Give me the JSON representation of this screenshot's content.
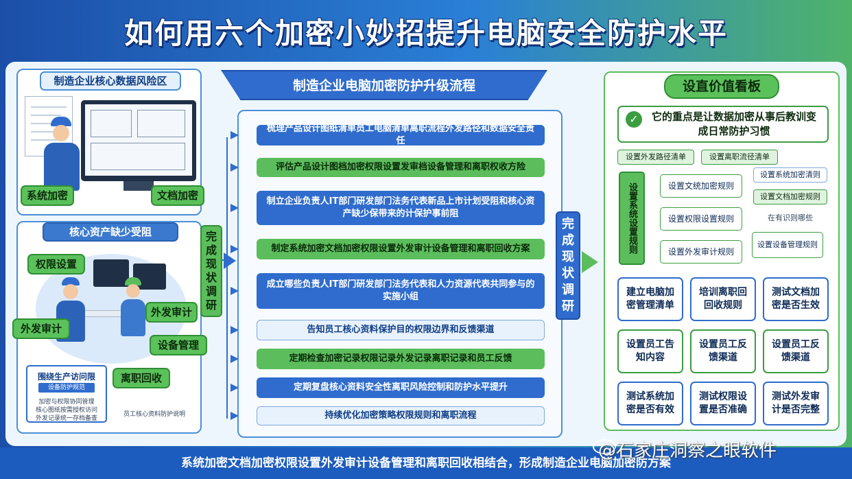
{
  "title": "如何用六个加密小妙招提升电脑安全防护水平",
  "left": {
    "risk_title": "制造企业核心数据风险区",
    "tag_system": "系统加密",
    "tag_document": "文档加密",
    "assets_title": "核心资产缺少受阻",
    "tags": {
      "permission": "权限设置",
      "outbound": "外发审计",
      "device": "设备管理",
      "resign": "离职回收"
    },
    "note_title": "围绕生产访问限",
    "note_sub": "设备防护规范",
    "note_lines": [
      "加密与权限协同管理",
      "核心图纸按需授权访问",
      "外发记录统一存档备查"
    ],
    "note_side": "员工核心资料防护说明"
  },
  "flow": {
    "header": "制造企业电脑加密防护升级流程",
    "left_vertical": "完成现状调研",
    "right_vertical": "完成现状调研",
    "steps": [
      {
        "text": "梳理产品设计图纸清单员工电脑清单离职流程外发路径和数据安全责任",
        "style": "blue"
      },
      {
        "text": "评估产品设计图档加密权限设置发审档设备管理和离职权收方险",
        "style": "green"
      },
      {
        "text": "制立企业负责人IT部门研发部门法务代表新品上市计划受阻和核心资产缺少保带来的计保护事前阻",
        "style": "blue"
      },
      {
        "text": "制定系统加密文档加密权限设置外发审计设备管理和离职回收方案",
        "style": "green"
      },
      {
        "text": "成立哪些负责人IT部门研发部门法务代表和人力资源代表共同参与的实施小组",
        "style": "blue"
      },
      {
        "text": "告知员工核心资料保护目的权限边界和反馈渠道",
        "style": "pale"
      },
      {
        "text": "定期检查加密记录权限记录外发记录离职记录和员工反馈",
        "style": "green"
      },
      {
        "text": "定期复盘核心资料安全性离职风险控制和防护水平提升",
        "style": "blue"
      },
      {
        "text": "持续优化加密策略权限规则和离职流程",
        "style": "pale"
      }
    ]
  },
  "right": {
    "header": "设直价值看板",
    "highlight": "它的重点是让数据加密从事后教训变成日常防护习惯",
    "path_tabs": [
      "设置外发路径清单",
      "设置离职流径清单"
    ],
    "vertical_label": "设置系统设置规则",
    "rules": [
      "设置文统加密规则",
      "设置权限设置规则",
      "设置外发审计规则"
    ],
    "side_rules": [
      "设置系统加密清则",
      "设置文档加密规则",
      "在有识则哪些",
      "设置设备管理规则"
    ],
    "cards": [
      "建立电脑加密管理清单",
      "培训离职回回收规则",
      "测试文档加密是否生效",
      "设置员工告知内容",
      "设置员工反馈渠道",
      "设置员工反馈渠道",
      "测试系统加密是否有效",
      "测试权限设置是否准确",
      "测试外发审计是否完整"
    ]
  },
  "footer": "系统加密文档加密权限设置外发审计设备管理和离职回收相结合，形成制造企业电脑加密防方案",
  "watermark": "@石家庄洞察之眼软件",
  "colors": {
    "primary_blue": "#2f6ccd",
    "accent_green": "#5cbd5c",
    "panel_bg": "#eef6fd"
  }
}
